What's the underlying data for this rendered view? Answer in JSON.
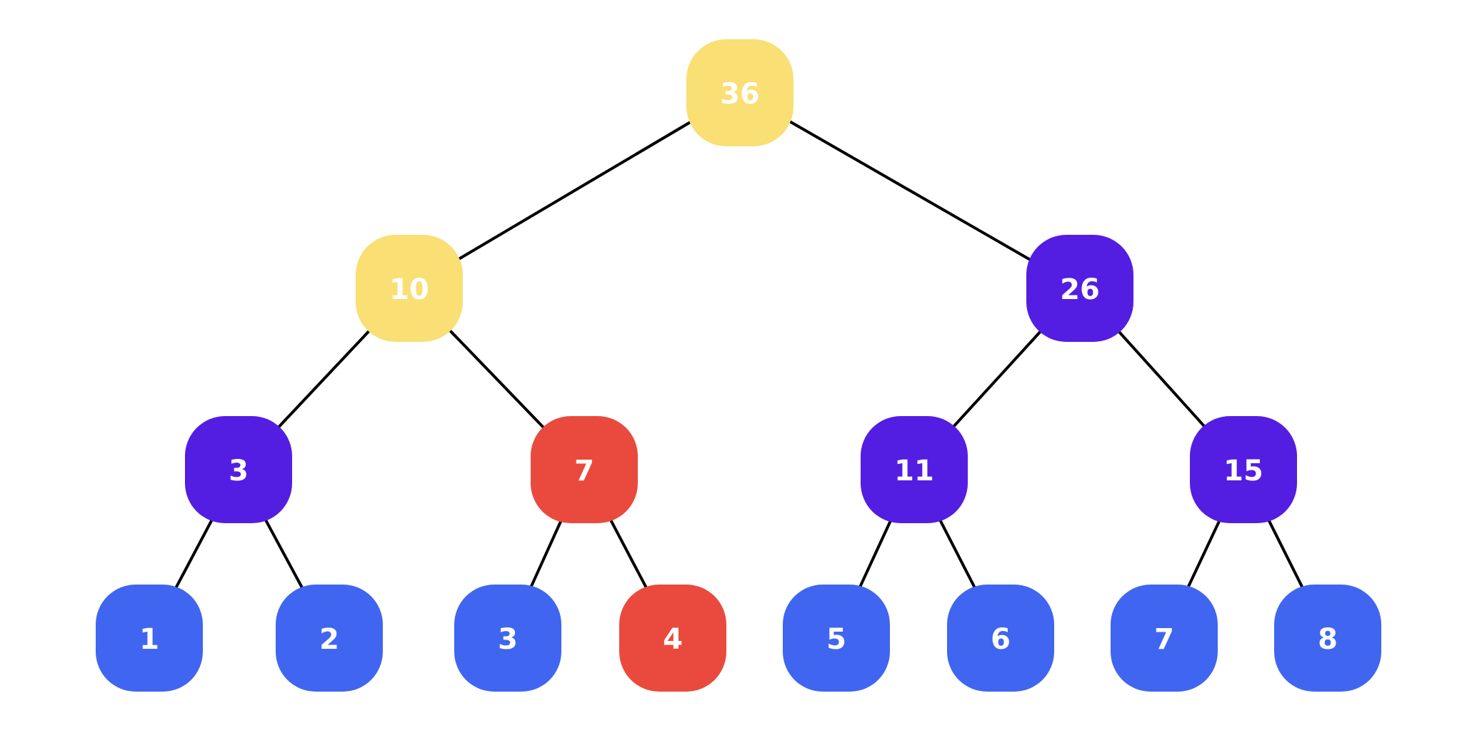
{
  "colors": {
    "yellow": "#F9DF74",
    "purple": "#541DE2",
    "red": "#EA4A3D",
    "blue": "#4065F0",
    "edge": "#000000",
    "label": "#FFFFFF"
  },
  "tree": {
    "nodes": [
      {
        "id": "n36",
        "label": "36",
        "color": "yellow"
      },
      {
        "id": "n10",
        "label": "10",
        "color": "yellow"
      },
      {
        "id": "n26",
        "label": "26",
        "color": "purple"
      },
      {
        "id": "n3a",
        "label": "3",
        "color": "purple"
      },
      {
        "id": "n7a",
        "label": "7",
        "color": "red"
      },
      {
        "id": "n11",
        "label": "11",
        "color": "purple"
      },
      {
        "id": "n15",
        "label": "15",
        "color": "purple"
      },
      {
        "id": "n1",
        "label": "1",
        "color": "blue"
      },
      {
        "id": "n2",
        "label": "2",
        "color": "blue"
      },
      {
        "id": "n3b",
        "label": "3",
        "color": "blue"
      },
      {
        "id": "n4",
        "label": "4",
        "color": "red"
      },
      {
        "id": "n5",
        "label": "5",
        "color": "blue"
      },
      {
        "id": "n6",
        "label": "6",
        "color": "blue"
      },
      {
        "id": "n7b",
        "label": "7",
        "color": "blue"
      },
      {
        "id": "n8",
        "label": "8",
        "color": "blue"
      }
    ],
    "edges": [
      [
        "n36",
        "n10"
      ],
      [
        "n36",
        "n26"
      ],
      [
        "n10",
        "n3a"
      ],
      [
        "n10",
        "n7a"
      ],
      [
        "n26",
        "n11"
      ],
      [
        "n26",
        "n15"
      ],
      [
        "n3a",
        "n1"
      ],
      [
        "n3a",
        "n2"
      ],
      [
        "n7a",
        "n3b"
      ],
      [
        "n7a",
        "n4"
      ],
      [
        "n11",
        "n5"
      ],
      [
        "n11",
        "n6"
      ],
      [
        "n15",
        "n7b"
      ],
      [
        "n15",
        "n8"
      ]
    ]
  }
}
